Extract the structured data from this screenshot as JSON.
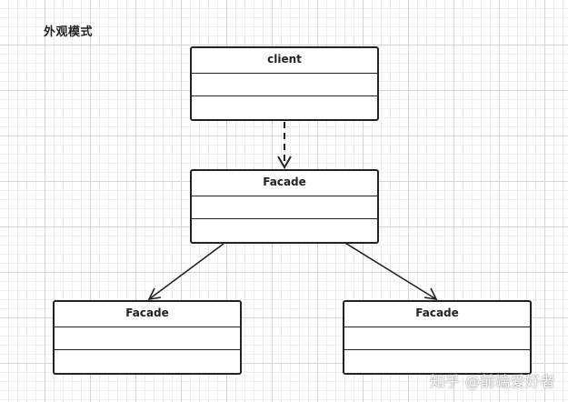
{
  "diagram": {
    "title": "外观模式",
    "classes": [
      {
        "id": "client",
        "name": "client"
      },
      {
        "id": "facade",
        "name": "Facade"
      },
      {
        "id": "subsystem-left",
        "name": "Facade"
      },
      {
        "id": "subsystem-right",
        "name": "Facade"
      }
    ],
    "relations": [
      {
        "from": "client",
        "to": "facade",
        "style": "dashed"
      },
      {
        "from": "facade",
        "to": "subsystem-left",
        "style": "solid"
      },
      {
        "from": "facade",
        "to": "subsystem-right",
        "style": "solid"
      }
    ]
  },
  "watermark": "知乎 @前端爱好者"
}
